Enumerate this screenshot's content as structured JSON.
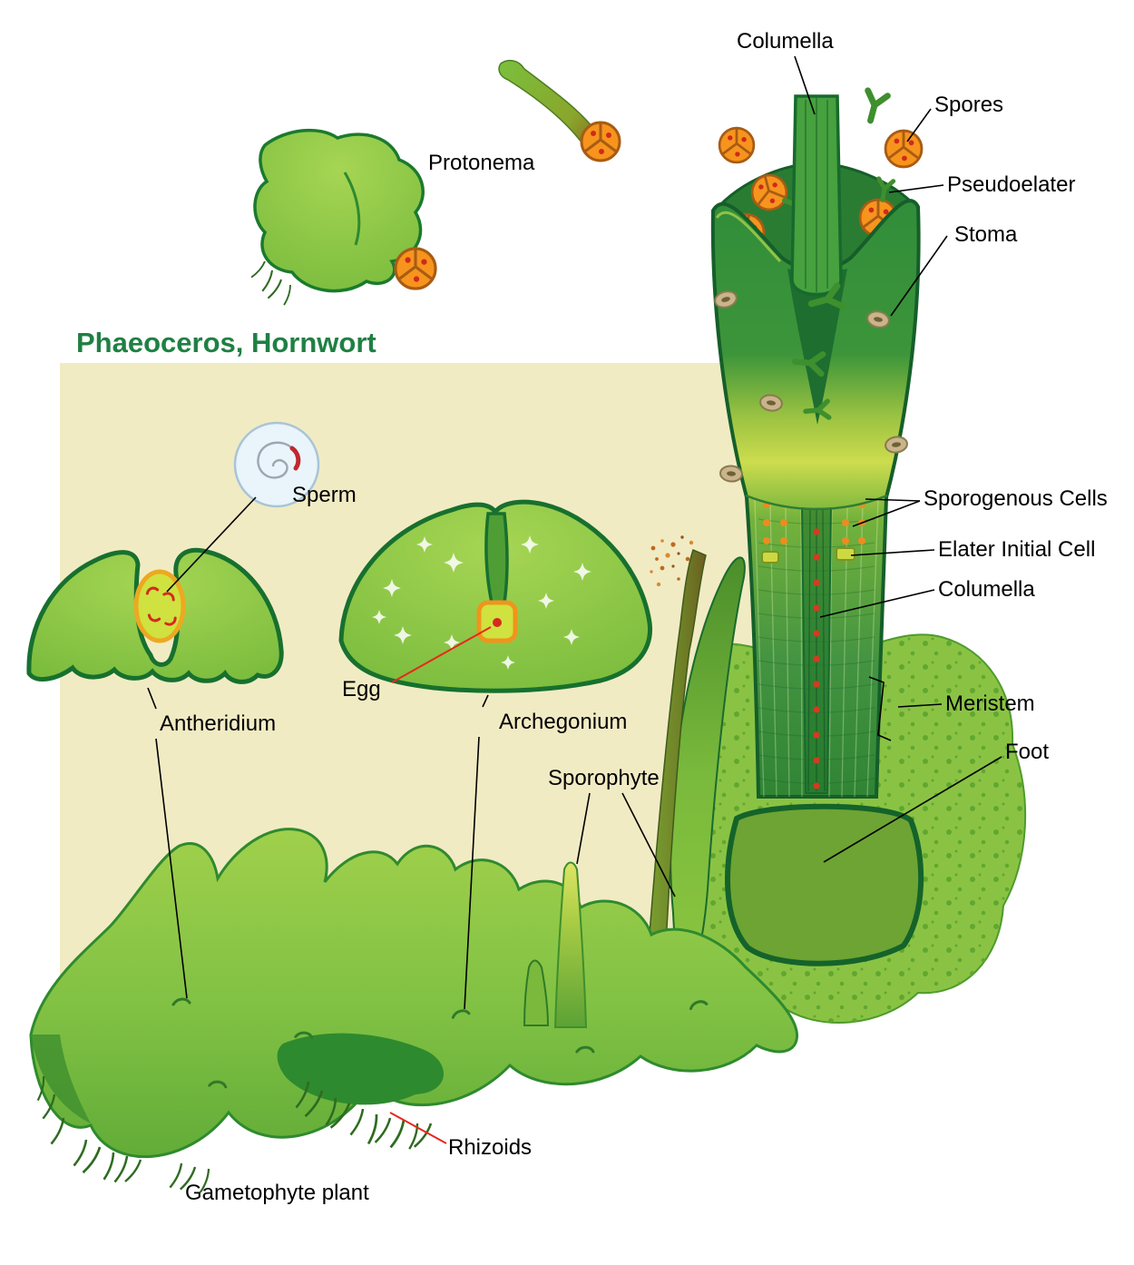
{
  "title": "Phaeoceros, Hornwort",
  "labels": {
    "columella_top": "Columella",
    "spores": "Spores",
    "pseudoelater": "Pseudoelater",
    "stoma": "Stoma",
    "protonema": "Protonema",
    "sperm": "Sperm",
    "antheridium": "Antheridium",
    "egg": "Egg",
    "archegonium": "Archegonium",
    "sporogenous_cells": "Sporogenous Cells",
    "elater_initial_cell": "Elater Initial Cell",
    "columella_mid": "Columella",
    "meristem": "Meristem",
    "foot": "Foot",
    "sporophyte": "Sporophyte",
    "rhizoids": "Rhizoids",
    "gametophyte_plant": "Gametophyte plant"
  },
  "colors": {
    "panel_background": "#f1ebc4",
    "title_green": "#1f8043",
    "outline_dark_green": "#176a2d",
    "thallus_green": "#8cc63e",
    "capsule_light_band": "#ccdc4e",
    "spore_orange": "#f7941d",
    "spore_outline": "#a85c14",
    "dot_red": "#cf2a1d",
    "leader_black": "#000000",
    "leader_red": "#e8271c",
    "sperm_circle_fill": "#e9f4fb"
  }
}
